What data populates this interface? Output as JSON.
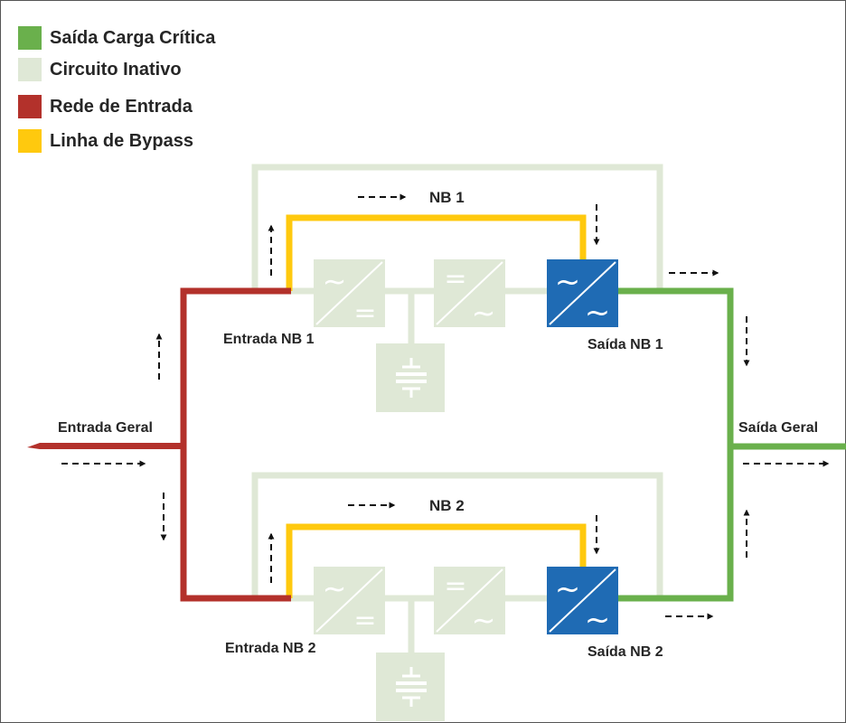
{
  "legend": [
    {
      "label": "Saída Carga Crítica",
      "color": "#6ab04c"
    },
    {
      "label": "Circuito Inativo",
      "color": "#dfe8d6"
    },
    {
      "label": "Rede de Entrada",
      "color": "#b3312b"
    },
    {
      "label": "Linha de Bypass",
      "color": "#ffc90e"
    }
  ],
  "labels": {
    "main_input": "Entrada Geral",
    "main_output": "Saída Geral",
    "nb1": "NB 1",
    "nb2": "NB 2",
    "nb1_input": "Entrada NB 1",
    "nb1_output": "Saída NB 1",
    "nb2_input": "Entrada NB 2",
    "nb2_output": "Saída NB 2"
  },
  "colors": {
    "active_output": "#6ab04c",
    "inactive": "#dfe8d6",
    "mains": "#b3312b",
    "bypass": "#ffc90e",
    "inverter_active": "#1f6bb4",
    "arrow": "#111111"
  },
  "block_symbols": {
    "ac": "~",
    "dc": "="
  }
}
